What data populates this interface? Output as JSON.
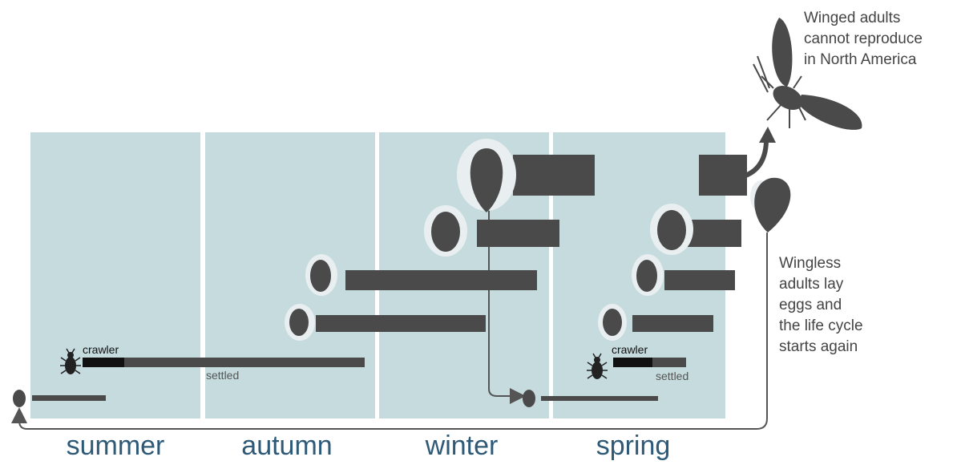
{
  "seasons": [
    "summer",
    "autumn",
    "winter",
    "spring"
  ],
  "labels": {
    "crawler": "crawler",
    "settled": "settled"
  },
  "notes": {
    "winged": [
      "Winged adults",
      "cannot reproduce",
      "in North America"
    ],
    "wingless": [
      "Wingless",
      "adults lay",
      "eggs and",
      "the life cycle",
      "starts again"
    ]
  },
  "colors": {
    "panel": "#c5dbde",
    "bar": "#4a4a4a",
    "crawler_bar": "#111111",
    "bug": "#4a4a4a",
    "wax": "#e9eff1",
    "season_text": "#2e5a78",
    "note_text": "#444444",
    "arrow": "#555555"
  },
  "icons": [
    "egg-icon",
    "crawler-bug-icon",
    "scale-insect-icon",
    "winged-adult-icon",
    "wingless-adult-icon"
  ]
}
